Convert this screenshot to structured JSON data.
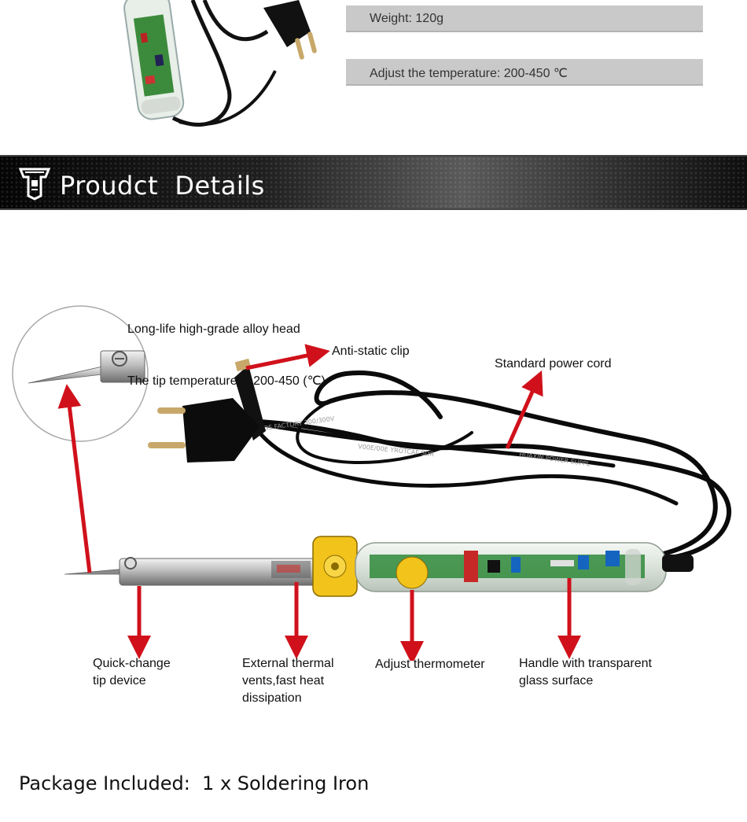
{
  "specs": {
    "weight": "Weight: 120g",
    "temperature": "Adjust the temperature: 200-450 ℃"
  },
  "banner": {
    "title": "Proudct  Details"
  },
  "callouts": {
    "alloy_head_line1": "Long-life high-grade alloy head",
    "alloy_head_line2": "The tip temperature is 200-450 (℃)",
    "anti_static_clip": "Anti-static clip",
    "power_cord": "Standard power cord",
    "quick_change": "Quick-change\ntip device",
    "thermal_vents": "External thermal\nvents,fast heat\ndissipation",
    "thermometer": "Adjust thermometer",
    "handle": "Handle with transparent\nglass surface"
  },
  "cord_print": {
    "text_a": "RDS  FACTORY  300/300V",
    "text_b": "V00E/00E  YROTCAF  SDR",
    "text_c": "HUAXIN  POWER  SUPPL"
  },
  "footer": {
    "package": "Package Included:  1 x Soldering Iron"
  },
  "colors": {
    "arrow_red": "#d0111b",
    "spec_bar": "#c9c9c9",
    "dial_yellow": "#f2c31b"
  }
}
